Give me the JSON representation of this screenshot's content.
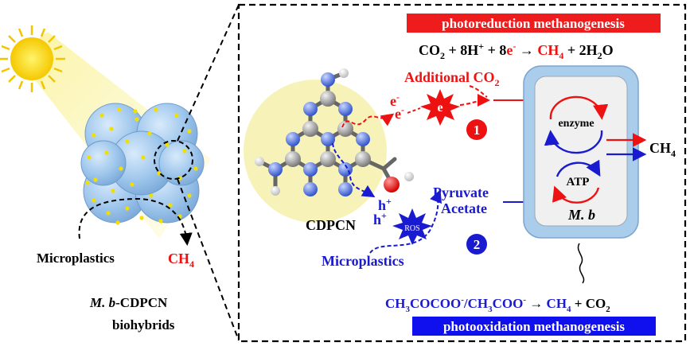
{
  "left": {
    "microplastics": "Microplastics",
    "ch4": "CH",
    "ch4_sub": "4",
    "caption_line1_italic": "M. b",
    "caption_line1_rest": "-CDPCN",
    "caption_line2": "biohybrids"
  },
  "top": {
    "banner": "photoreduction methanogenesis",
    "eq_co": "CO",
    "eq_2": "2",
    "eq_plus8h": " + 8H",
    "eq_hsup": "+",
    "eq_plus8": " + 8",
    "eq_e": "e",
    "eq_esup": "-",
    "eq_arrow": " → ",
    "eq_ch": "CH",
    "eq_4": "4",
    "eq_plus2h": " + 2H",
    "eq_h2": "2",
    "eq_o": "O",
    "additional_co2": "Additional CO",
    "additional_sub": "2"
  },
  "center": {
    "cdpcn": "CDPCN",
    "e_minus_1": "e",
    "e_minus_2": "e",
    "e_sup": "-",
    "e_star": "e",
    "h_plus_1": "h",
    "h_plus_2": "h",
    "h_sup": "+",
    "ros": "ROS",
    "microplastics": "Microplastics",
    "pyruvate": "Pyruvate",
    "acetate": "Acetate",
    "badge1": "1",
    "badge2": "2"
  },
  "cell": {
    "enzyme": "enzyme",
    "atp": "ATP",
    "mb": "M. b",
    "ch4": "CH",
    "ch4_sub": "4"
  },
  "bottom": {
    "eq_ch3cocoo": "CH",
    "eq_3a": "3",
    "eq_cocoo": "COCOO",
    "eq_minus1": "-",
    "eq_slash": "/CH",
    "eq_3b": "3",
    "eq_coo": "COO",
    "eq_minus2": "-",
    "eq_arrow": " → ",
    "eq_ch4": "CH",
    "eq_4": "4",
    "eq_plus": " + CO",
    "eq_2": "2",
    "banner": "photooxidation methanogenesis"
  },
  "colors": {
    "red": "#ee1111",
    "blue": "#1a1ad0",
    "banner_red": "#ee1c1c",
    "banner_blue": "#1010ee",
    "cell_fill": "#a9cdea",
    "yellow_glow": "#f7f3b8"
  }
}
